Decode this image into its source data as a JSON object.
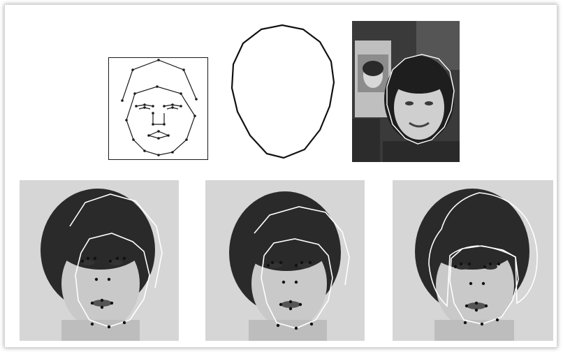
{
  "figure": {
    "panels": [
      {
        "role": "top-left",
        "kind": "point-distribution-model-drawing"
      },
      {
        "role": "top-middle",
        "kind": "face-outline-template"
      },
      {
        "role": "top-right",
        "kind": "photo-with-fitted-face-contour"
      },
      {
        "role": "bottom-left",
        "kind": "photo-with-initial-model-fit"
      },
      {
        "role": "bottom-middle",
        "kind": "photo-with-intermediate-model-fit"
      },
      {
        "role": "bottom-right",
        "kind": "photo-with-converged-model-fit"
      }
    ],
    "colors": {
      "line": "#1a1a1a",
      "overlay": "#ffffff",
      "photo_bg_dark": "#2e2e2e",
      "photo_bg_light": "#dcdcdc"
    }
  }
}
